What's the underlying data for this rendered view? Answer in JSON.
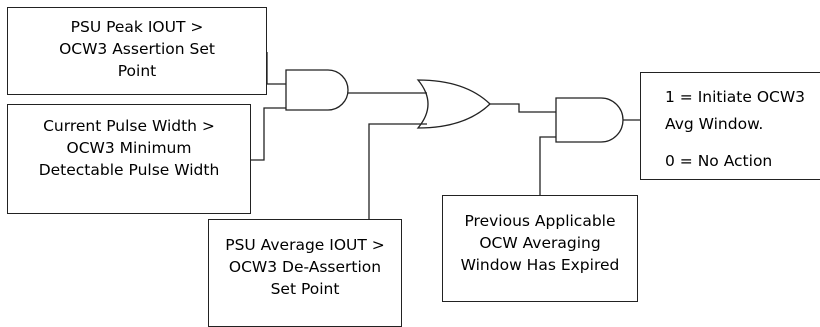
{
  "boxes": {
    "peak_iout": {
      "lines": [
        "PSU Peak IOUT >",
        "OCW3 Assertion Set",
        "Point"
      ]
    },
    "pulse_width": {
      "lines": [
        "Current Pulse Width >",
        "OCW3 Minimum",
        "Detectable Pulse Width"
      ]
    },
    "avg_iout": {
      "lines": [
        "PSU Average IOUT >",
        "OCW3 De-Assertion",
        "Set Point"
      ]
    },
    "prev_window": {
      "lines": [
        "Previous Applicable",
        "OCW Averaging",
        "Window Has Expired"
      ]
    },
    "output": {
      "lines": [
        "1 =  Initiate OCW3",
        "Avg Window.",
        "0 =  No Action"
      ]
    }
  },
  "gates": [
    {
      "id": "and-gate-1",
      "type": "AND"
    },
    {
      "id": "or-gate",
      "type": "OR"
    },
    {
      "id": "and-gate-2",
      "type": "AND"
    }
  ],
  "colors": {
    "line": "#222222",
    "background": "#ffffff",
    "text": "#000000"
  }
}
